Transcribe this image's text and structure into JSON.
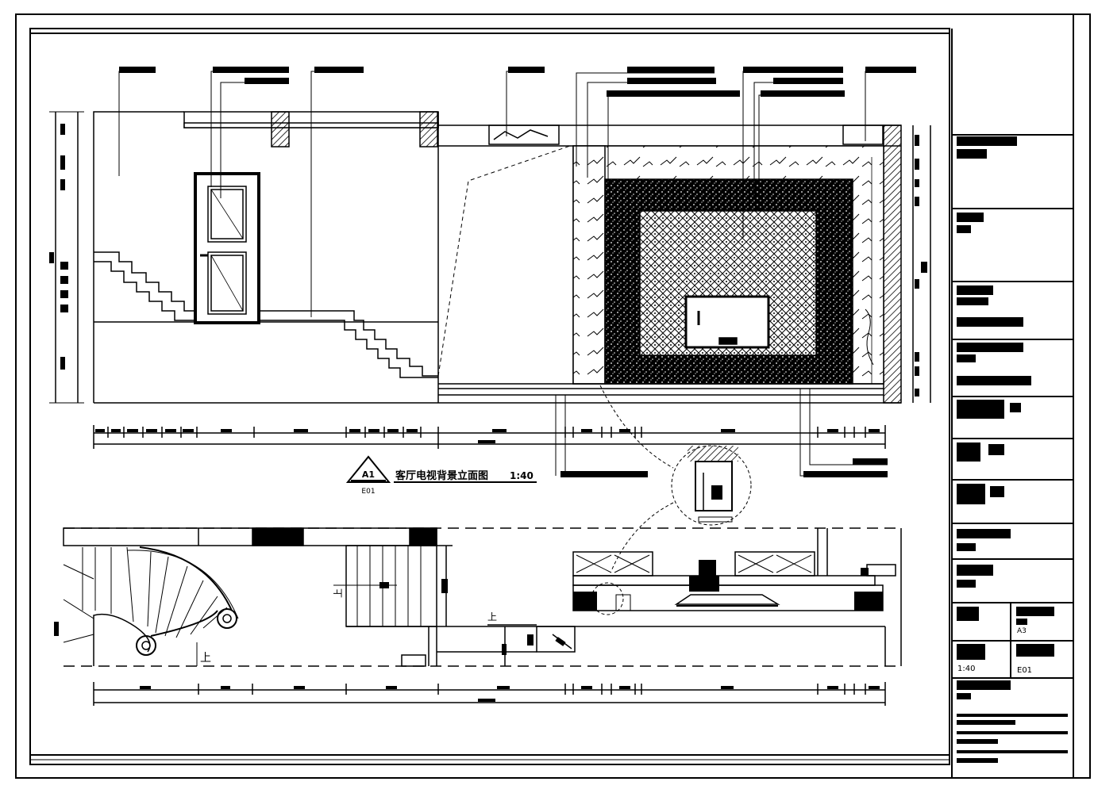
{
  "drawing": {
    "section_title": "客厅电视背景立面图",
    "scale": "1:40",
    "symbol_id": "A1",
    "symbol_sheet": "E01",
    "stair_up_left": "上",
    "stair_up_mid": "上",
    "stair_up_right": "上"
  },
  "title_block": {
    "scale_value": "1:40",
    "sheet_no": "E01",
    "size_code": "A3"
  },
  "colors": {
    "line": "#000000",
    "paper": "#ffffff"
  }
}
